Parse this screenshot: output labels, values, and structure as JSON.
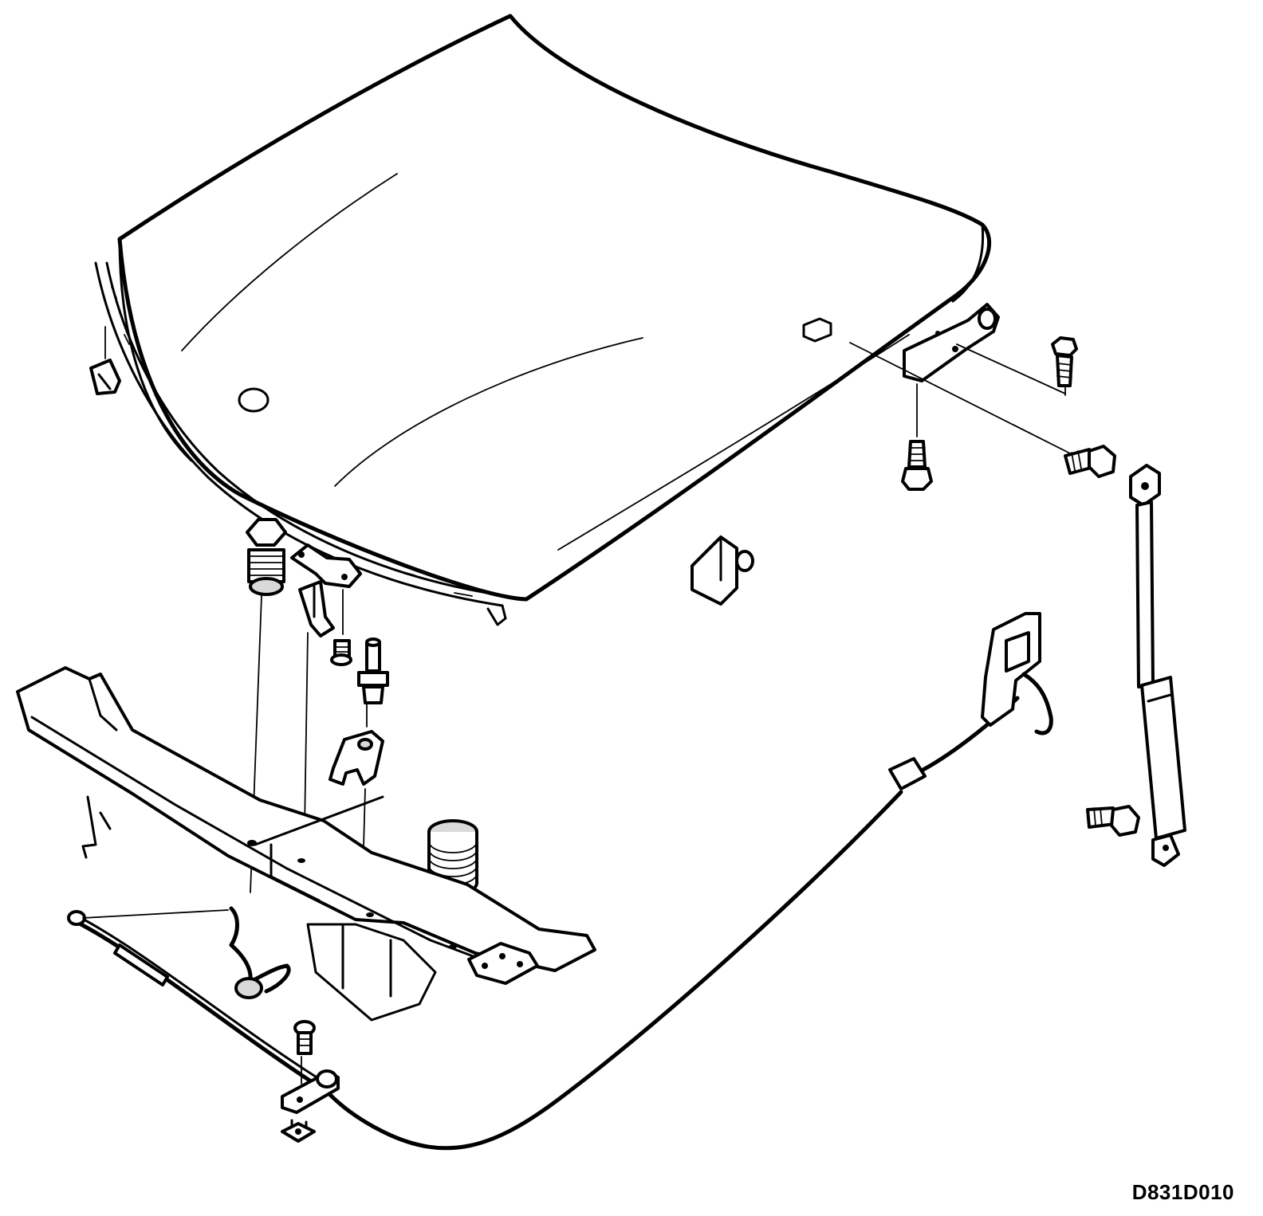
{
  "diagram": {
    "reference_code": "D831D010",
    "parts": [
      "hood-panel",
      "hood-seal-strip",
      "seal-clip",
      "front-hood-clip",
      "hood-hinge",
      "hinge-bolt",
      "hinge-bolt-lower",
      "gas-strut-bolt-upper",
      "gas-strut",
      "gas-strut-bolt-lower",
      "rubber-bump-stop",
      "hood-buffer",
      "latch-striker",
      "striker-screw",
      "guide-pin",
      "pin-bracket",
      "rubber-buffer-cylinder",
      "radiator-crossmember",
      "release-cable",
      "release-handle",
      "safety-catch",
      "cable-clip",
      "clip-screw",
      "clip-nut"
    ],
    "colors": {
      "line": "#000000",
      "background": "#ffffff",
      "shade": "#d9d9d9"
    }
  }
}
